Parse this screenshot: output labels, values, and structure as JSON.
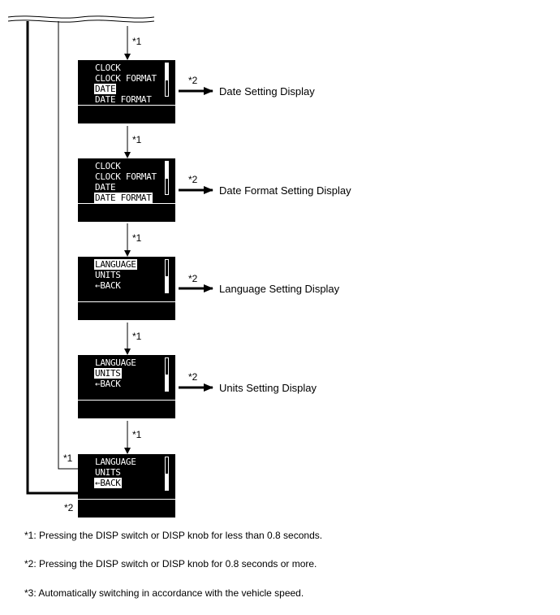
{
  "flow_labels": {
    "short_press": "*1",
    "long_press": "*2"
  },
  "screens": [
    {
      "rows": [
        {
          "text": "CLOCK",
          "selected": false
        },
        {
          "text": "CLOCK FORMAT",
          "selected": false
        },
        {
          "text": "DATE",
          "selected": true
        },
        {
          "text": "DATE FORMAT",
          "selected": false
        }
      ],
      "destination": "Date Setting Display"
    },
    {
      "rows": [
        {
          "text": "CLOCK",
          "selected": false
        },
        {
          "text": "CLOCK FORMAT",
          "selected": false
        },
        {
          "text": "DATE",
          "selected": false
        },
        {
          "text": "DATE FORMAT",
          "selected": true
        }
      ],
      "destination": "Date Format Setting Display"
    },
    {
      "rows": [
        {
          "text": "LANGUAGE",
          "selected": true
        },
        {
          "text": "UNITS",
          "selected": false
        },
        {
          "text": "←BACK",
          "selected": false
        }
      ],
      "destination": "Language Setting Display"
    },
    {
      "rows": [
        {
          "text": "LANGUAGE",
          "selected": false
        },
        {
          "text": "UNITS",
          "selected": true
        },
        {
          "text": "←BACK",
          "selected": false
        }
      ],
      "destination": "Units Setting Display"
    },
    {
      "rows": [
        {
          "text": "LANGUAGE",
          "selected": false
        },
        {
          "text": "UNITS",
          "selected": false
        },
        {
          "text": "←BACK",
          "selected": true
        }
      ],
      "destination": ""
    }
  ],
  "notes": [
    "*1: Pressing the DISP switch or DISP knob for less than 0.8 seconds.",
    "*2: Pressing the DISP switch or DISP knob for 0.8 seconds or more.",
    "*3: Automatically switching in accordance with the vehicle speed."
  ]
}
